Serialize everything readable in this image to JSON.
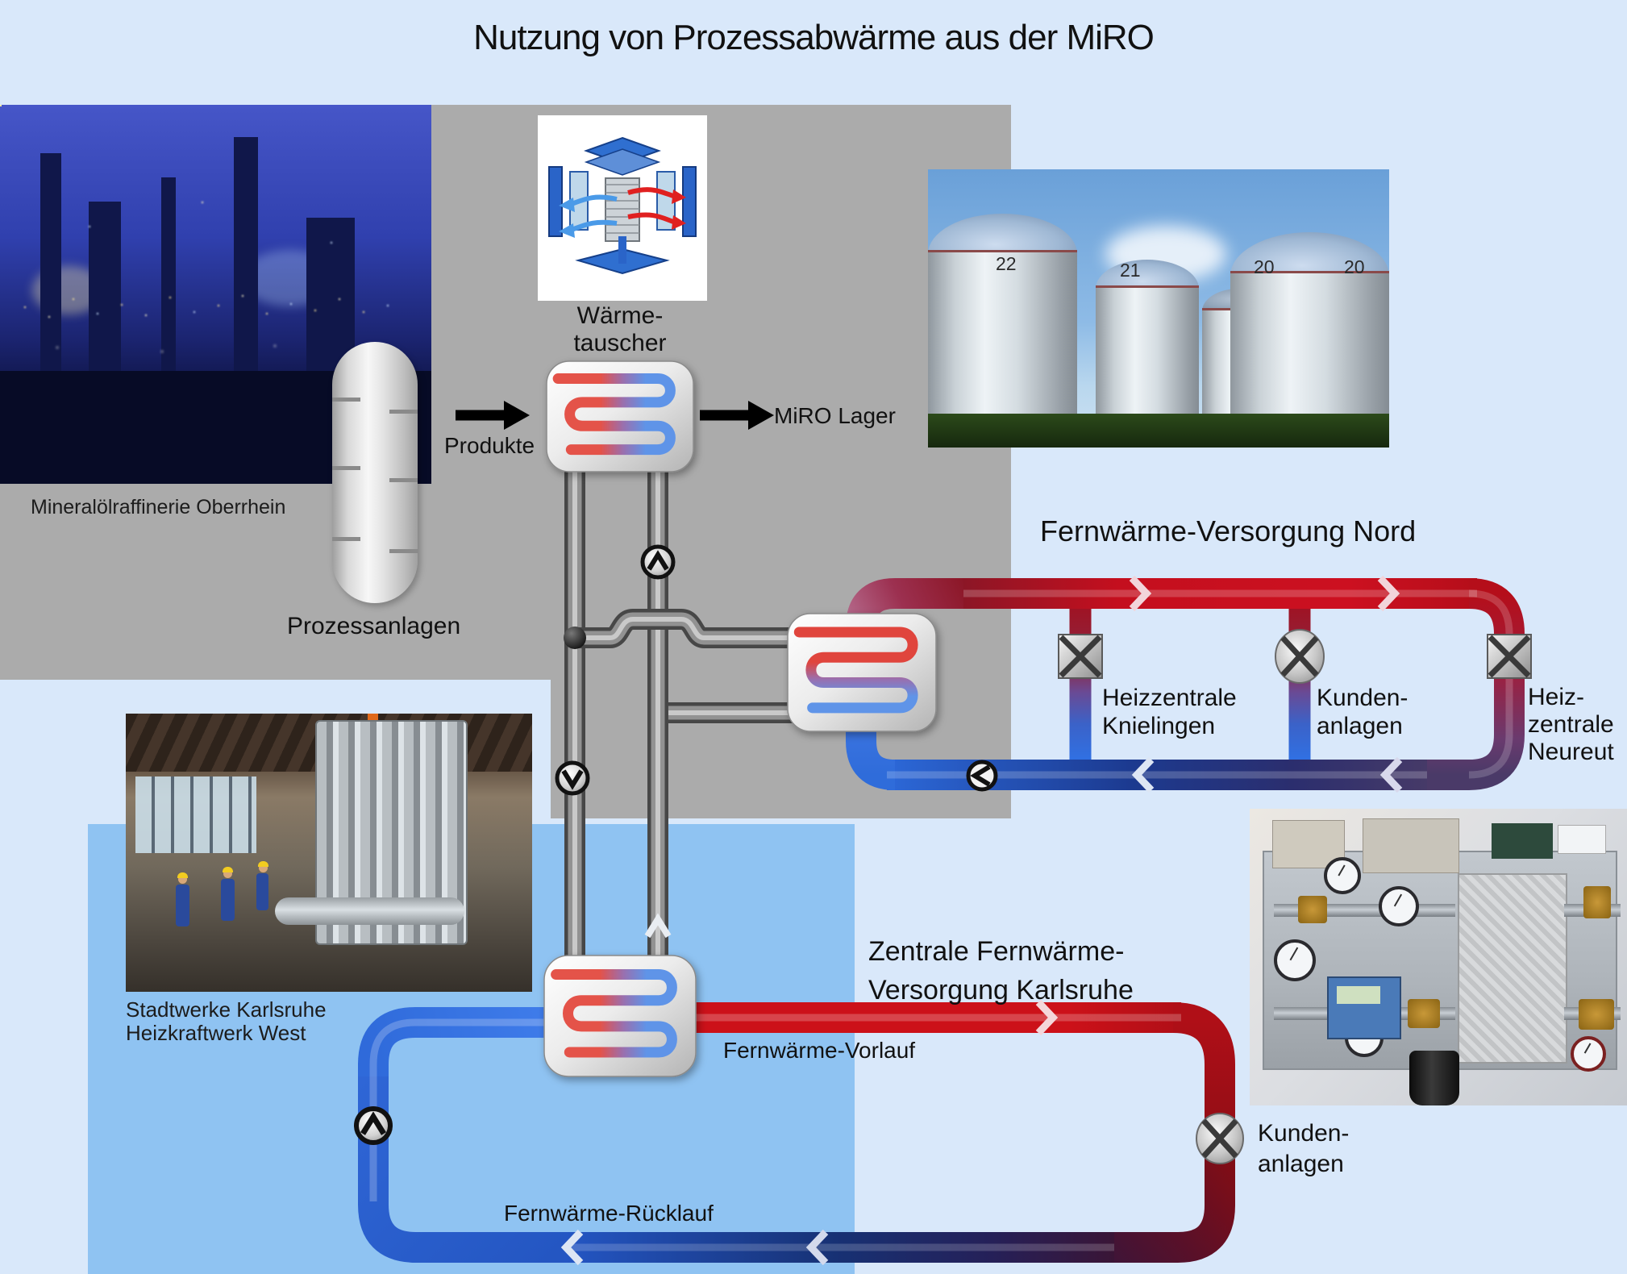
{
  "title": "Nutzung von Prozessabwärme aus der MiRO",
  "colors": {
    "background": "#d9e8fa",
    "gray_panel": "#ababab",
    "blue_panel": "#8fc3f2",
    "hot_pipe": "#c9111a",
    "cold_pipe": "#2a6ae0",
    "product_pipe": "#8f8f8f"
  },
  "photos": {
    "refinery": {
      "caption": "Mineralölraffinerie Oberrhein"
    },
    "tanks": {
      "numbers": [
        "22",
        "21",
        "20",
        "20"
      ]
    },
    "stadtwerke": {
      "caption_line1": "Stadtwerke Karlsruhe",
      "caption_line2": "Heizkraftwerk West"
    },
    "substation": {}
  },
  "process": {
    "vessel_label": "Prozessanlagen",
    "exchanger_label_line1": "Wärme-",
    "exchanger_label_line2": "tauscher",
    "produkte_label": "Produkte",
    "miro_lager_label": "MiRO Lager"
  },
  "nord": {
    "title": "Fernwärme-Versorgung Nord",
    "branch1_line1": "Heizzentrale",
    "branch1_line2": "Knielingen",
    "branch2_line1": "Kunden-",
    "branch2_line2": "anlagen",
    "branch3_line1": "Heiz-",
    "bran3_spare": "",
    "branch3_line2": "zentrale",
    "branch3_line3": "Neureut"
  },
  "karlsruhe": {
    "title_line1": "Zentrale Fernwärme-",
    "title_line2": "Versorgung Karlsruhe",
    "vorlauf_label": "Fernwärme-Vorlauf",
    "ruecklauf_label": "Fernwärme-Rücklauf",
    "kunden_line1": "Kunden-",
    "kunden_line2": "anlagen"
  },
  "icons": {
    "flow_up_icon": "chevron-up in circle",
    "flow_down_icon": "chevron-down in circle",
    "flow_left_icon": "chevron-left in circle",
    "valve_icon": "crossed valve",
    "flow_arrow_icon": "black right arrow",
    "pipe_direction_chevron": "light chevron band"
  }
}
